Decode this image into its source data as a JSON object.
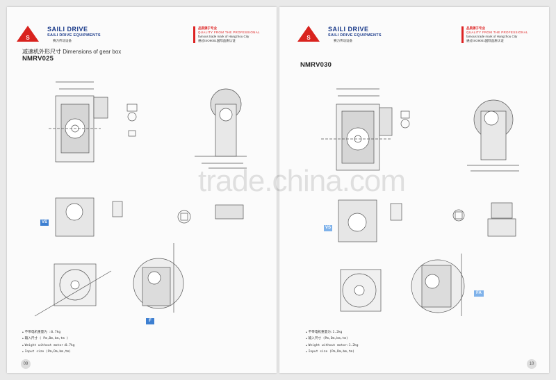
{
  "brand": {
    "name": "SAILI DRIVE",
    "sub": "SAILI DRIVE EQUIPMENTS",
    "cn": "赛力传动设备"
  },
  "slogan": {
    "line1": "品质源于专业",
    "line2": "QUALITY FROM THE PROFESSIONAL",
    "line3": "famous trade mark of Hangzhou City",
    "line4": "通过ISO9001国际品质认证"
  },
  "left": {
    "subtitle": "减速机外形尺寸  Dimensions of gear box",
    "model": "NMRV025",
    "tags": [
      "VS",
      "F"
    ],
    "notes": [
      "不带电机重量为 :0.7kg",
      "输入尺寸 ( Pm,Dm,bm,tm )",
      "Weight without motor:0.7kg",
      "Input size (Pm,Dm,bm,tm)"
    ],
    "page": "09"
  },
  "right": {
    "model": "NMRV030",
    "tags": [
      "VS",
      "FA"
    ],
    "notes": [
      "不带电机重量为:1.2kg",
      "输入尺寸 (Pm,Dm,bm,tm)",
      "Weight without motor:1.2kg",
      "Input size (Pm,Dm,bm,tm)"
    ],
    "page": "10"
  },
  "watermark": "trade.china.com"
}
